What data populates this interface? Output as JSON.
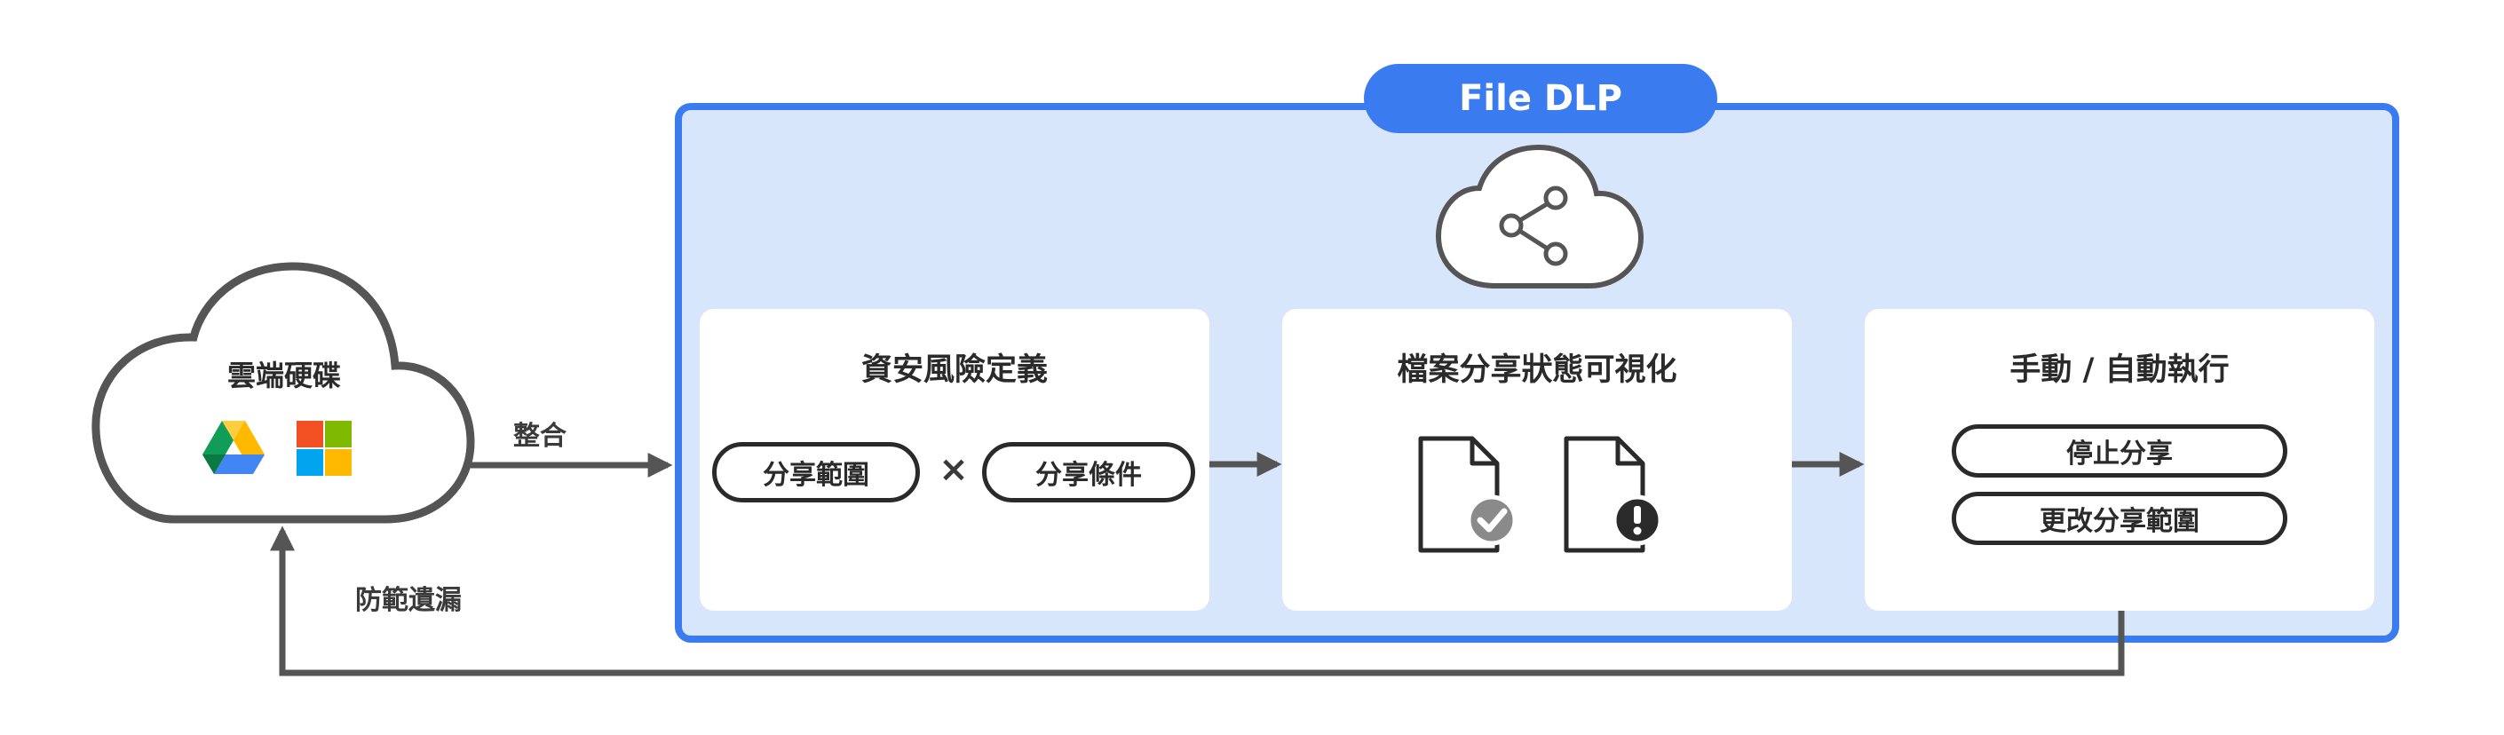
{
  "source": {
    "title": "雲端硬碟",
    "icons": [
      "google-drive-icon",
      "microsoft-icon"
    ]
  },
  "arrows": {
    "integrate_label": "整合",
    "prevent_label": "防範遺漏"
  },
  "dlp": {
    "title": "File DLP",
    "cloud_icon": "share-icon",
    "panels": [
      {
        "title": "資安風險定義",
        "pills": [
          "分享範圍",
          "分享條件"
        ],
        "operator": "×"
      },
      {
        "title": "檔案分享狀態可視化",
        "icons": [
          "file-check-icon",
          "file-warning-icon"
        ]
      },
      {
        "title": "手動 / 自動執行",
        "pills": [
          "停止分享",
          "更改分享範圍"
        ]
      }
    ]
  },
  "colors": {
    "accent": "#3a7bf0",
    "frame_fill": "#d8e6fc",
    "stroke": "#555555",
    "ms_red": "#f25022",
    "ms_green": "#7fba00",
    "ms_blue": "#00a4ef",
    "ms_yellow": "#ffb900"
  }
}
